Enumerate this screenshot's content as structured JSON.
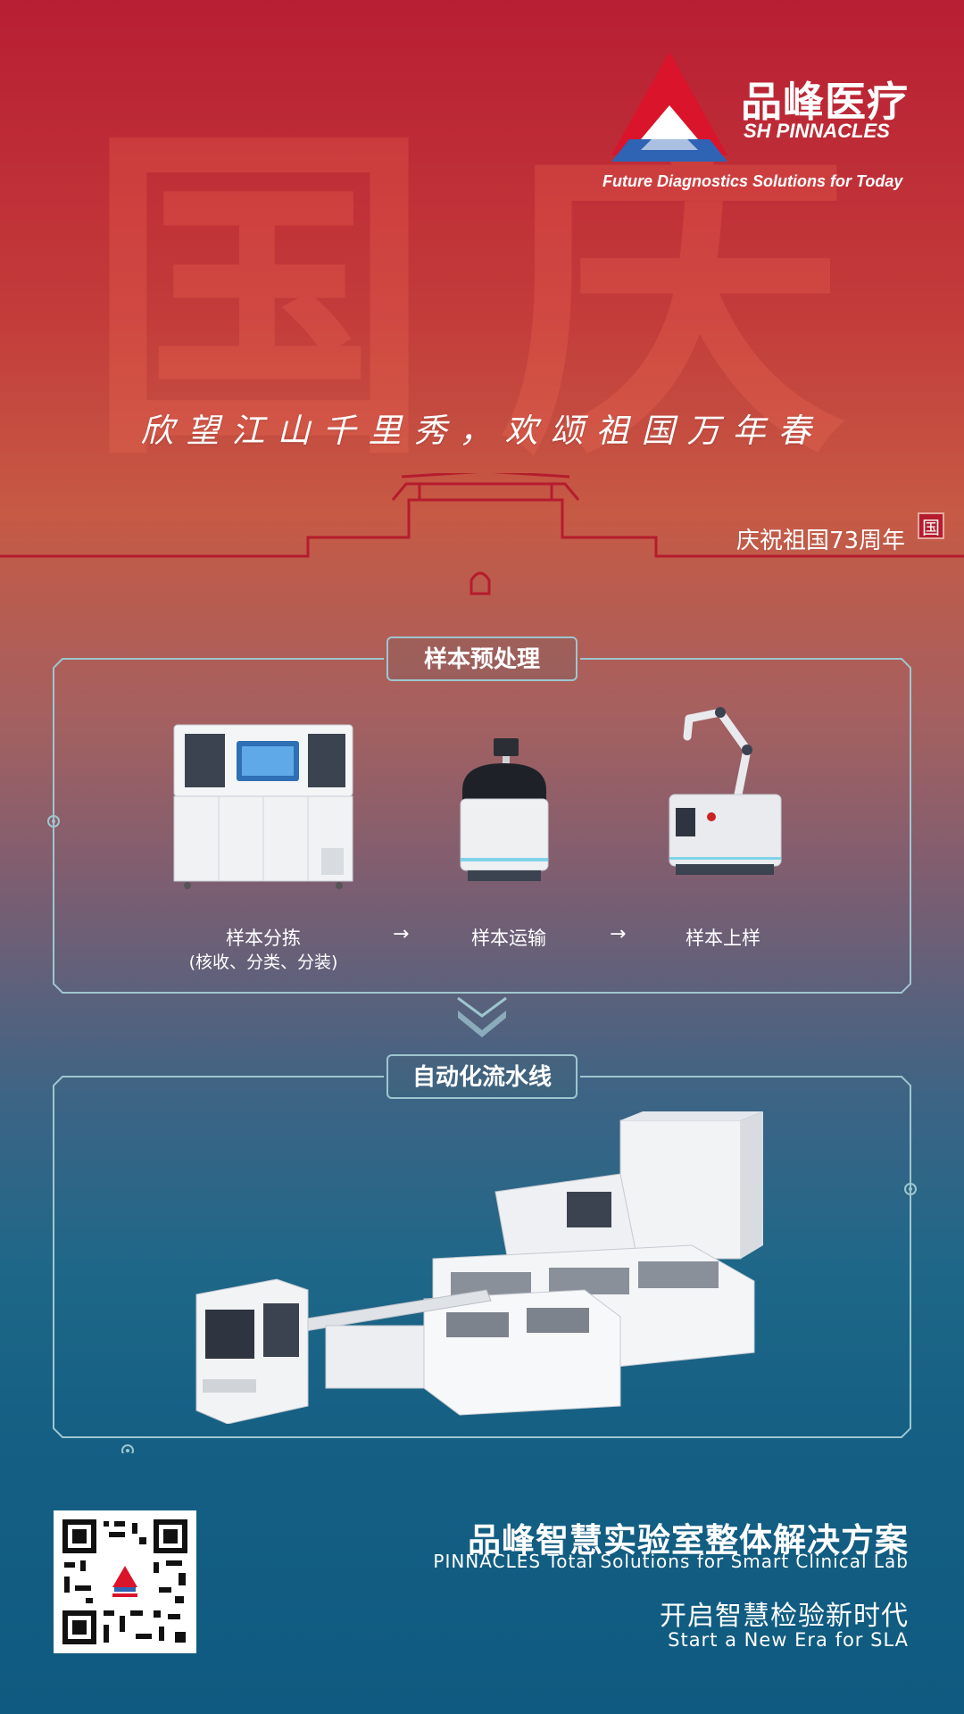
{
  "background_watermark": {
    "char_1": "国",
    "char_2": "庆"
  },
  "logo": {
    "name_cn": "品峰医疗",
    "name_en": "SH PINNACLES",
    "tagline": "Future Diagnostics Solutions for Today",
    "colors": {
      "red": "#d9142b",
      "blue": "#2f63b3"
    }
  },
  "slogan": "欣望江山千里秀，欢颂祖国万年春",
  "anniversary": {
    "text": "庆祝祖国73周年",
    "seal": "国"
  },
  "section_pretreatment": {
    "title": "样本预处理",
    "steps": [
      {
        "label": "样本分拣",
        "sublabel": "(核收、分类、分装)"
      },
      {
        "label": "样本运输"
      },
      {
        "label": "样本上样"
      }
    ],
    "arrow": "→"
  },
  "section_pipeline": {
    "title": "自动化流水线"
  },
  "footer": {
    "title_cn": "品峰智慧实验室整体解决方案",
    "title_en": "PINNACLES Total Solutions for Smart Clinical Lab",
    "subtitle_cn": "开启智慧检验新时代",
    "subtitle_en": "Start a New Era for SLA"
  },
  "colors": {
    "frame_line": "#9ec6cf",
    "red_line": "#b51c2d"
  }
}
